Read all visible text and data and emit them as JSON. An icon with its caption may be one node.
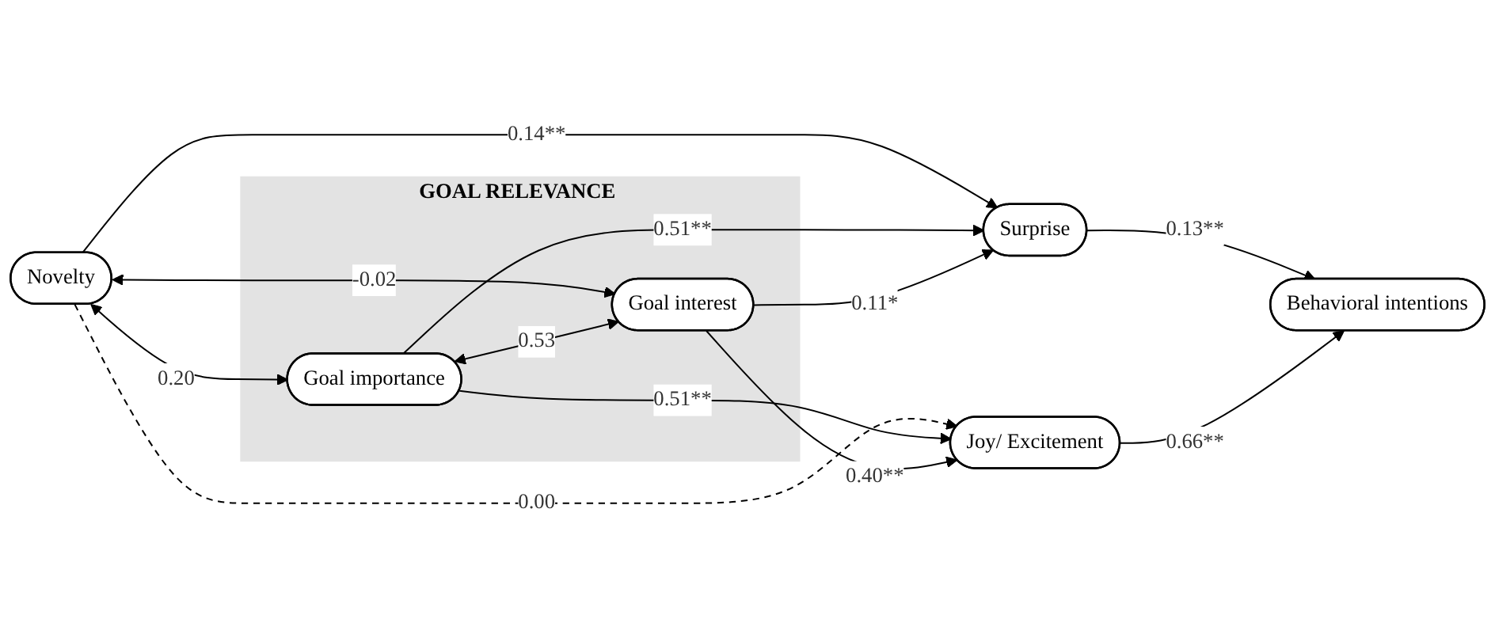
{
  "diagram": {
    "nodes": [
      {
        "text": [
          "Novelty"
        ]
      },
      {
        "text": [
          "GOAL RELEVANCE"
        ]
      },
      {
        "text": [
          "Goal importance"
        ],
        "in": 1
      },
      {
        "text": [
          "Goal interest"
        ],
        "in": 1
      },
      {
        "text": [
          "Surprise"
        ]
      },
      {
        "text": [
          "Joy/ Excitement"
        ]
      },
      {
        "text": [
          "Behavioral intentions"
        ]
      }
    ],
    "edges": [
      {
        "from": 0,
        "to": 2,
        "arrow": "both",
        "label": "0.20"
      },
      {
        "from": 0,
        "to": 3,
        "arrow": "both",
        "label": "-0.02"
      },
      {
        "from": 2,
        "to": 3,
        "arrow": "both",
        "label": "0.53"
      },
      {
        "from": 0,
        "to": 4,
        "arrow": "to",
        "label": "0.14**"
      },
      {
        "from": 0,
        "to": 5,
        "arrow": "to",
        "label": "0.00",
        "style": "dashed"
      },
      {
        "from": 2,
        "to": 4,
        "arrow": "to",
        "label": "0.51**"
      },
      {
        "from": 2,
        "to": 5,
        "arrow": "to",
        "label": "0.51**"
      },
      {
        "from": 3,
        "to": 4,
        "arrow": "to",
        "label": "0.11*"
      },
      {
        "from": 3,
        "to": 5,
        "arrow": "to",
        "label": "0.40**"
      },
      {
        "from": 4,
        "to": 6,
        "arrow": "to",
        "label": "0.13**"
      },
      {
        "from": 5,
        "to": 6,
        "arrow": "to",
        "label": "0.66**"
      }
    ]
  }
}
